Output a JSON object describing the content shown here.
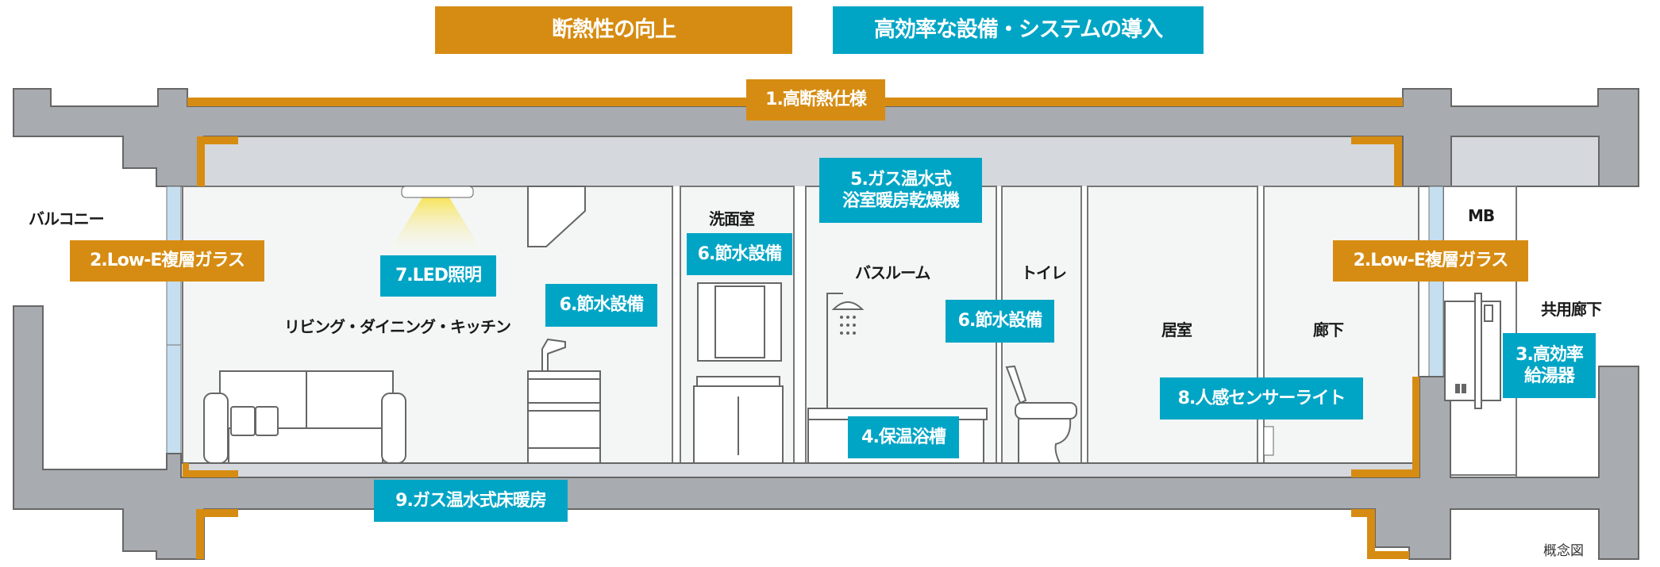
{
  "headers": {
    "insulation": "断熱性の向上",
    "equipment": "高効率な設備・システムの導入"
  },
  "features": {
    "f1": "1.高断熱仕様",
    "f2_left": "2.Low-E複層ガラス",
    "f2_right": "2.Low-E複層ガラス",
    "f3_line1": "3.高効率",
    "f3_line2": "給湯器",
    "f4": "4.保温浴槽",
    "f5_line1": "5.ガス温水式",
    "f5_line2": "浴室暖房乾燥機",
    "f6_ldk": "6.節水設備",
    "f6_wash": "6.節水設備",
    "f6_bath": "6.節水設備",
    "f7": "7.LED照明",
    "f8": "8.人感センサーライト",
    "f9": "9.ガス温水式床暖房"
  },
  "rooms": {
    "balcony": "バルコニー",
    "ldk": "リビング・ダイニング・キッチン",
    "washroom": "洗面室",
    "bathroom": "バスルーム",
    "toilet": "トイレ",
    "bedroom": "居室",
    "corridor": "廊下",
    "mb": "MB",
    "common_corridor": "共用廊下"
  },
  "note": "概念図",
  "colors": {
    "insulation": "#d68c12",
    "equipment": "#00a5c5",
    "slab": "#a8abaf",
    "void": "#d5d9dd",
    "room": "#f4f6f5"
  }
}
